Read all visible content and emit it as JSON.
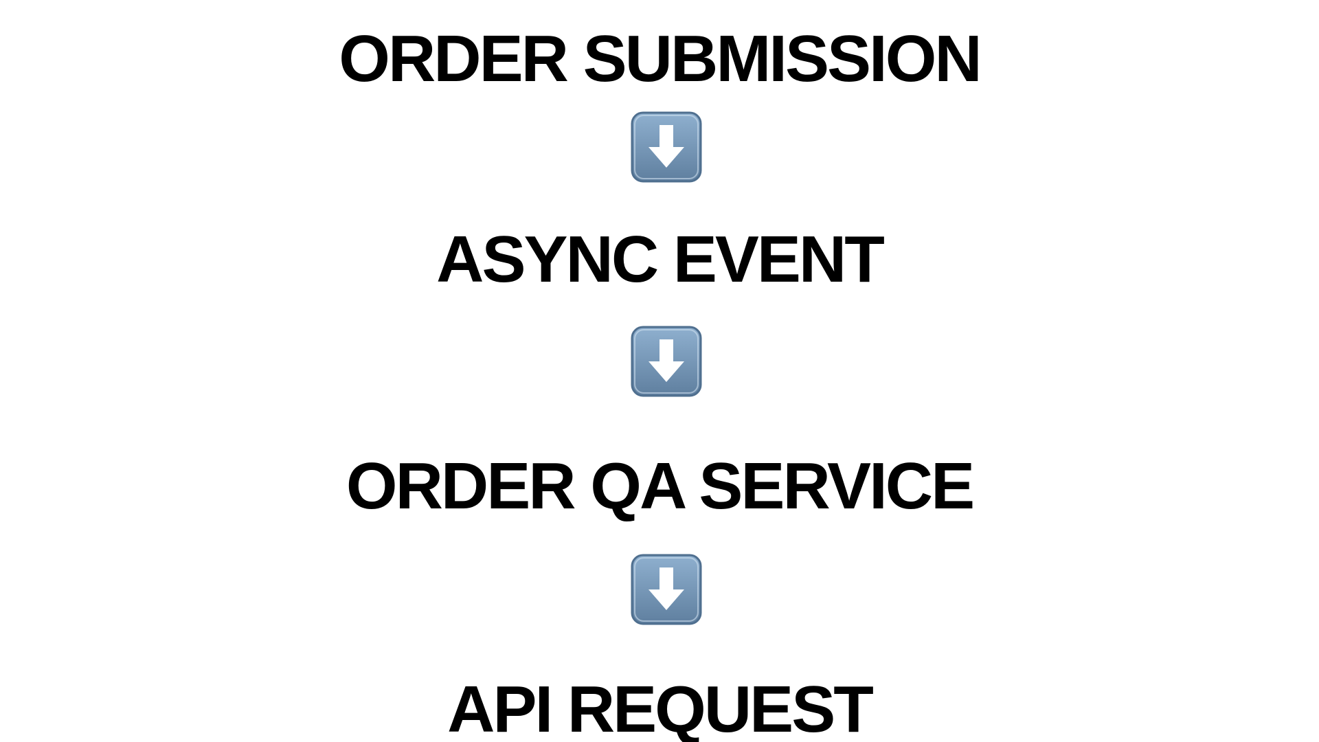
{
  "flow": {
    "steps": [
      {
        "label": "ORDER SUBMISSION"
      },
      {
        "label": "ASYNC EVENT"
      },
      {
        "label": "ORDER QA SERVICE"
      },
      {
        "label": "API REQUEST"
      }
    ],
    "connector_icon": "down-arrow-icon",
    "colors": {
      "text": "#000000",
      "arrow_box": "#6f8fad",
      "arrow_box_border": "#4f6f8f",
      "arrow_glyph": "#ffffff"
    }
  }
}
